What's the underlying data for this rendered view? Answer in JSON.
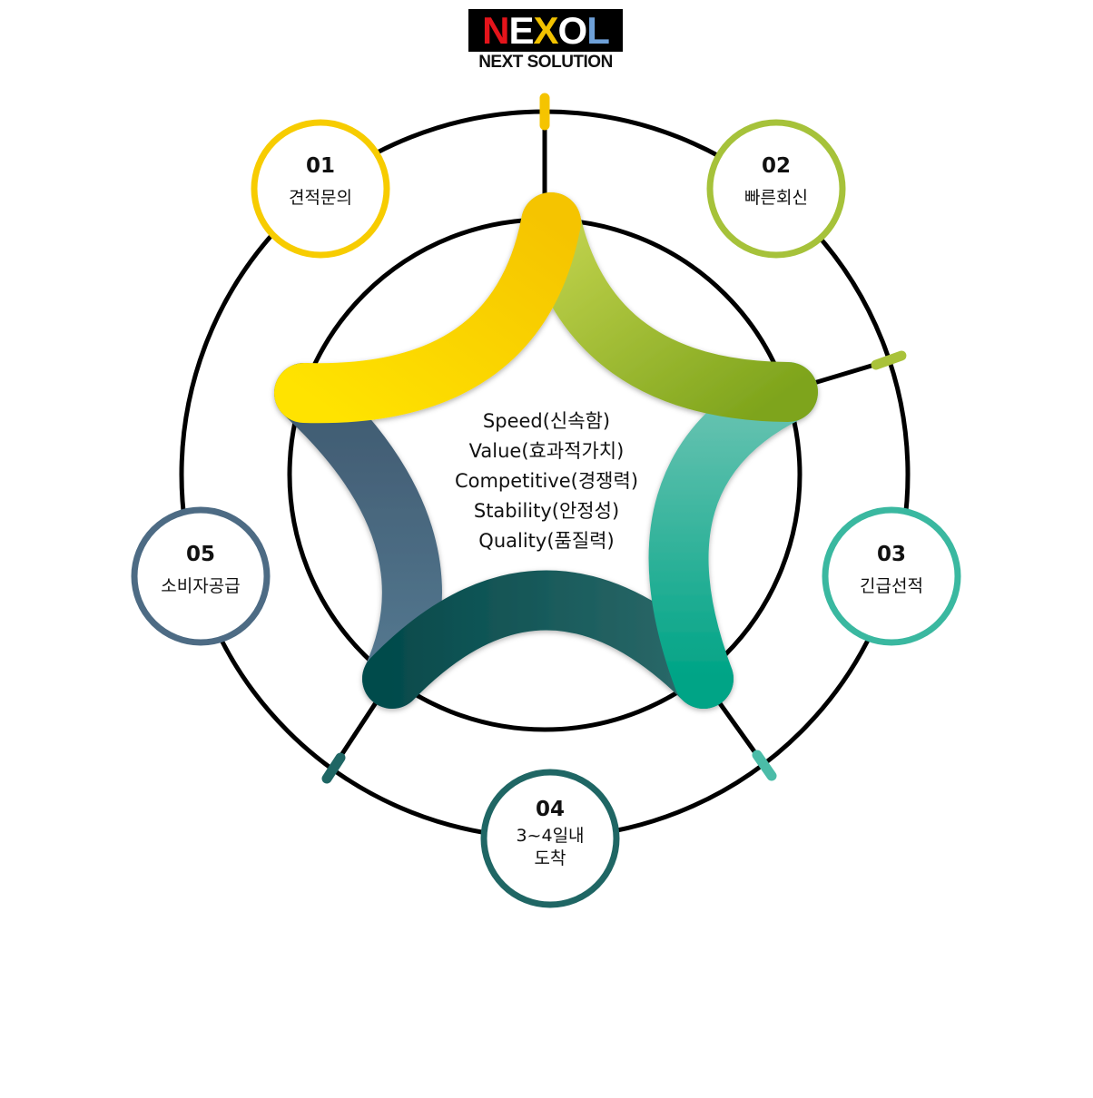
{
  "logo": {
    "letters": [
      "N",
      "E",
      "X",
      "O",
      "L"
    ],
    "letter_colors": [
      "#e4141b",
      "#ffffff",
      "#f2c200",
      "#ffffff",
      "#6ea0d8"
    ],
    "tagline": "NEXT SOLUTION"
  },
  "center_lines": [
    "Speed(신속함)",
    "Value(효과적가치)",
    "Competitive(경쟁력)",
    "Stability(안정성)",
    "Quality(품질력)"
  ],
  "steps": [
    {
      "num": "01",
      "label": "견적문의",
      "color": "#f7cc00"
    },
    {
      "num": "02",
      "label": "빠른회신",
      "color": "#9cbb2e"
    },
    {
      "num": "03",
      "label": "긴급선적",
      "color": "#2bb39a"
    },
    {
      "num": "04",
      "label": "3~4일내\n도착",
      "color": "#1f6664"
    },
    {
      "num": "05",
      "label": "소비자공급",
      "color": "#4d6b84"
    }
  ]
}
